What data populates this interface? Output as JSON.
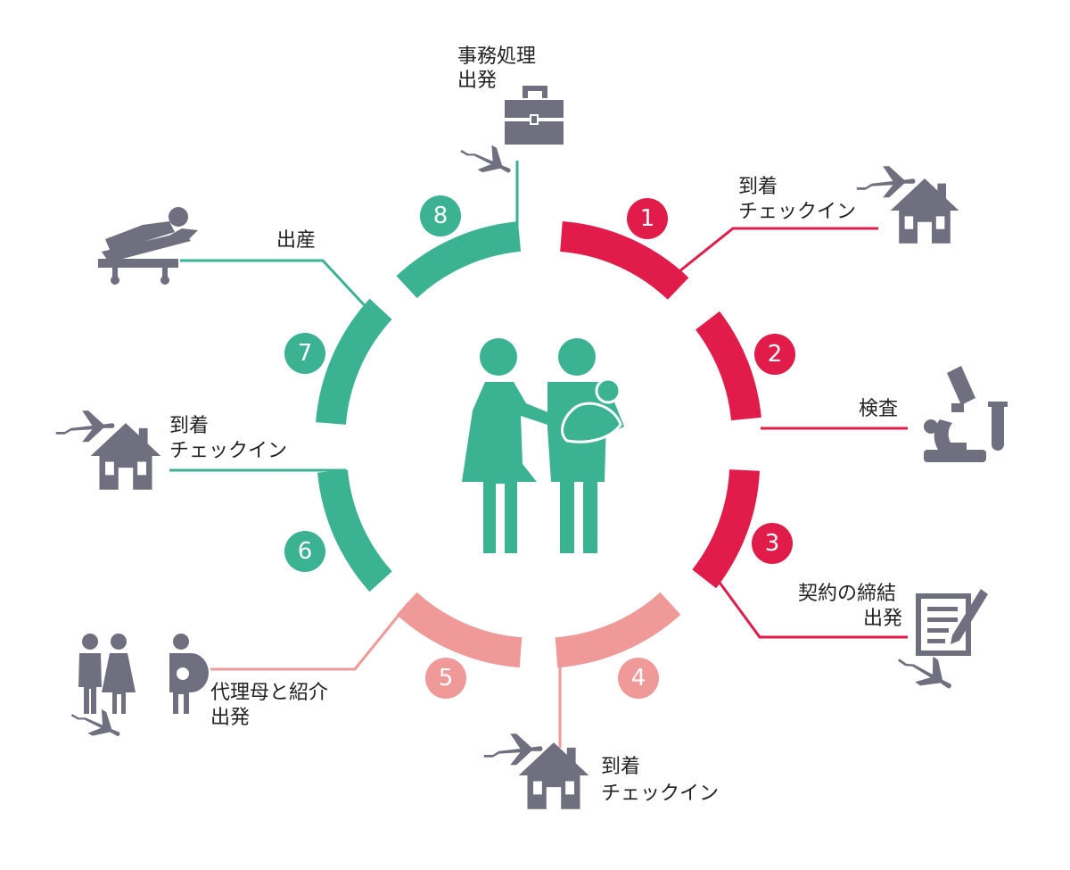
{
  "colors": {
    "dark_red": "#e21c4a",
    "light_red": "#ef9999",
    "green": "#3bb393",
    "icon_gray": "#6f6f7f"
  },
  "steps": [
    {
      "number": "1",
      "label_lines": [
        "到着",
        "チェックイン"
      ],
      "color": "#e21c4a",
      "icon": "airplane-house-icon"
    },
    {
      "number": "2",
      "label_lines": [
        "検査"
      ],
      "color": "#e21c4a",
      "icon": "microscope-test-tube-icon"
    },
    {
      "number": "3",
      "label_lines": [
        "契約の締結",
        "出発"
      ],
      "color": "#e21c4a",
      "icon": "contract-document-airplane-icon"
    },
    {
      "number": "4",
      "label_lines": [
        "到着",
        "チェックイン"
      ],
      "color": "#ef9999",
      "icon": "airplane-house-icon"
    },
    {
      "number": "5",
      "label_lines": [
        "代理母と紹介",
        "出発"
      ],
      "color": "#ef9999",
      "icon": "couple-pregnant-woman-airplane-icon"
    },
    {
      "number": "6",
      "label_lines": [
        "到着",
        "チェックイン"
      ],
      "color": "#3bb393",
      "icon": "airplane-house-icon"
    },
    {
      "number": "7",
      "label_lines": [
        "出産"
      ],
      "color": "#3bb393",
      "icon": "hospital-bed-icon"
    },
    {
      "number": "8",
      "label_lines": [
        "事務処理",
        "出発"
      ],
      "color": "#3bb393",
      "icon": "briefcase-airplane-icon"
    }
  ],
  "center_icon": "family-with-baby-icon"
}
